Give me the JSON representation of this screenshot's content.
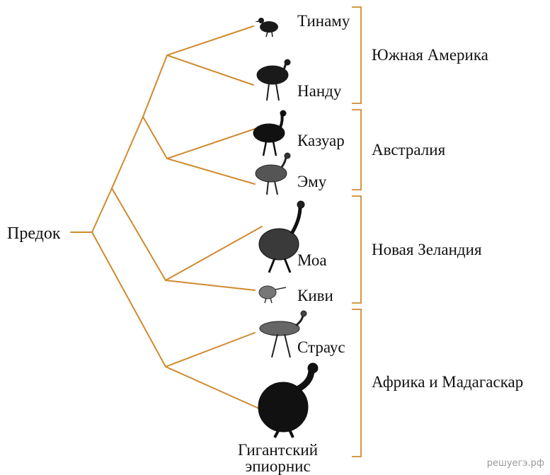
{
  "root": "Предок",
  "species": {
    "tinamu": "Тинаму",
    "nandu": "Нанду",
    "kazuar": "Казуар",
    "emu": "Эму",
    "moa": "Моа",
    "kivi": "Киви",
    "straus": "Страус",
    "epiornis_line1": "Гигантский",
    "epiornis_line2": "эпиорнис"
  },
  "regions": {
    "south_america": "Южная Америка",
    "australia": "Австралия",
    "new_zealand": "Новая Зеландия",
    "africa": "Африка и Мадагаскар"
  },
  "watermark": "решуегэ.рф",
  "colors": {
    "branch": "#d08a2e",
    "ink": "#111111"
  }
}
